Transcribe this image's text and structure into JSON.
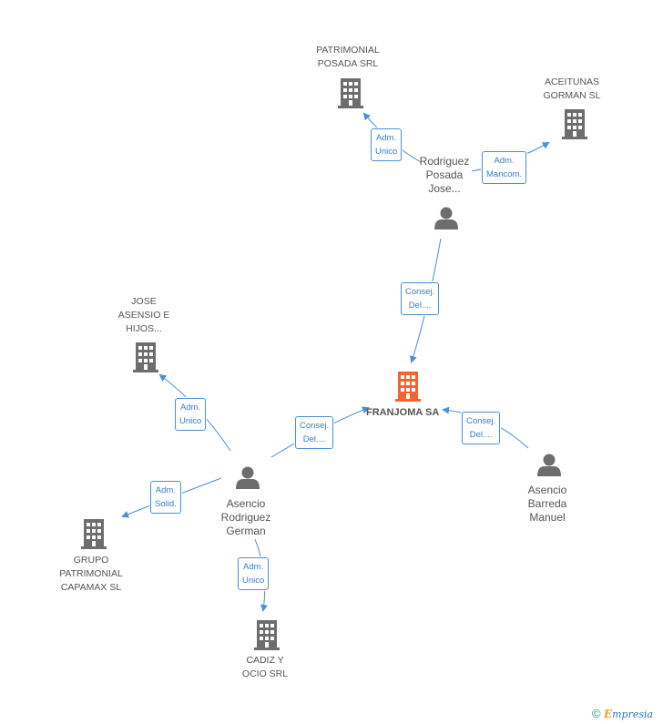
{
  "colors": {
    "edge": "#4a90d9",
    "building": "#6d6d6d",
    "building_center": "#f26432",
    "person": "#6d6d6d",
    "label": "#555555"
  },
  "nodes": {
    "center": {
      "label": "FRANJOMA SA",
      "icon": "building-icon"
    },
    "patrimonial_posada": {
      "label": "PATRIMONIAL\nPOSADA SRL",
      "icon": "building-icon"
    },
    "aceitunas_gorman": {
      "label": "ACEITUNAS\nGORMAN SL",
      "icon": "building-icon"
    },
    "rodriguez_posada": {
      "label": "Rodriguez\nPosada\nJose...",
      "icon": "person-icon"
    },
    "jose_asensio": {
      "label": "JOSE\nASENSIO E\nHIJOS...",
      "icon": "building-icon"
    },
    "asencio_rodriguez": {
      "label": "Asencio\nRodriguez\nGerman",
      "icon": "person-icon"
    },
    "asencio_barreda": {
      "label": "Asencio\nBarreda\nManuel",
      "icon": "person-icon"
    },
    "grupo_patrimonial": {
      "label": "GRUPO\nPATRIMONIAL\nCAPAMAX SL",
      "icon": "building-icon"
    },
    "cadiz_ocio": {
      "label": "CADIZ Y\nOCIO SRL",
      "icon": "building-icon"
    }
  },
  "relations": {
    "r1": "Adm.\nUnico",
    "r2": "Adm.\nMancom.",
    "r3": "Consej.\nDel....",
    "r4": "Adm.\nUnico",
    "r5": "Consej.\nDel....",
    "r6": "Consej.\nDel....",
    "r7": "Adm.\nSolid.",
    "r8": "Adm.\nUnico"
  },
  "footer": {
    "copyright": "©",
    "brand_initial": "E",
    "brand_rest": "mpresia"
  }
}
